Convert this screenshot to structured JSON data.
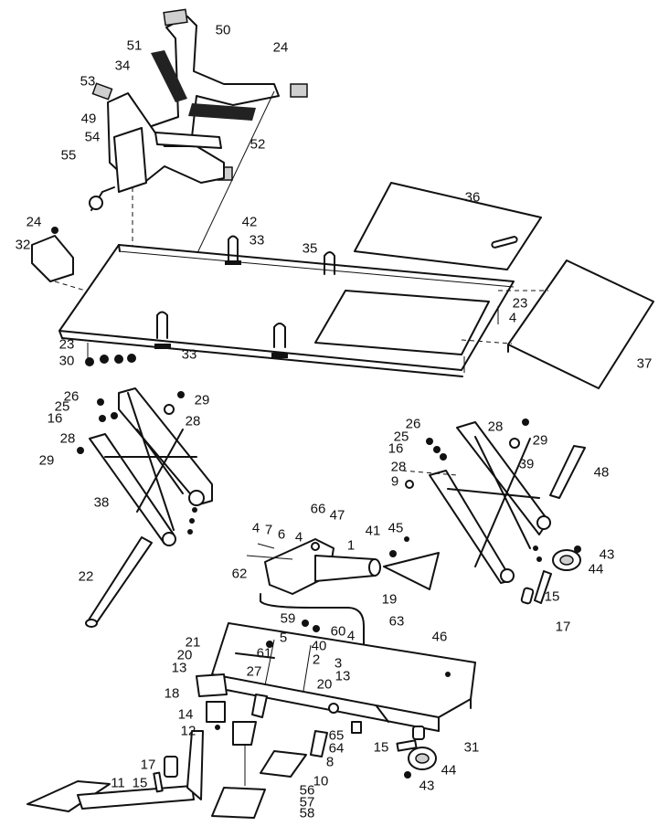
{
  "callouts": [
    {
      "id": "c1",
      "text": "1"
    },
    {
      "id": "c2",
      "text": "2"
    },
    {
      "id": "c3",
      "text": "3"
    },
    {
      "id": "c4a",
      "text": "4"
    },
    {
      "id": "c4b",
      "text": "4"
    },
    {
      "id": "c4c",
      "text": "4"
    },
    {
      "id": "c4d",
      "text": "4"
    },
    {
      "id": "c5",
      "text": "5"
    },
    {
      "id": "c6",
      "text": "6"
    },
    {
      "id": "c7",
      "text": "7"
    },
    {
      "id": "c8",
      "text": "8"
    },
    {
      "id": "c9",
      "text": "9"
    },
    {
      "id": "c10",
      "text": "10"
    },
    {
      "id": "c11",
      "text": "11"
    },
    {
      "id": "c12",
      "text": "12"
    },
    {
      "id": "c13a",
      "text": "13"
    },
    {
      "id": "c13b",
      "text": "13"
    },
    {
      "id": "c14",
      "text": "14"
    },
    {
      "id": "c15a",
      "text": "15"
    },
    {
      "id": "c15b",
      "text": "15"
    },
    {
      "id": "c15c",
      "text": "15"
    },
    {
      "id": "c16a",
      "text": "16"
    },
    {
      "id": "c16b",
      "text": "16"
    },
    {
      "id": "c17a",
      "text": "17"
    },
    {
      "id": "c17b",
      "text": "17"
    },
    {
      "id": "c18",
      "text": "18"
    },
    {
      "id": "c19",
      "text": "19"
    },
    {
      "id": "c20a",
      "text": "20"
    },
    {
      "id": "c20b",
      "text": "20"
    },
    {
      "id": "c21",
      "text": "21"
    },
    {
      "id": "c22",
      "text": "22"
    },
    {
      "id": "c23a",
      "text": "23"
    },
    {
      "id": "c23b",
      "text": "23"
    },
    {
      "id": "c24a",
      "text": "24"
    },
    {
      "id": "c24b",
      "text": "24"
    },
    {
      "id": "c25a",
      "text": "25"
    },
    {
      "id": "c25b",
      "text": "25"
    },
    {
      "id": "c26a",
      "text": "26"
    },
    {
      "id": "c26b",
      "text": "26"
    },
    {
      "id": "c27",
      "text": "27"
    },
    {
      "id": "c28a",
      "text": "28"
    },
    {
      "id": "c28b",
      "text": "28"
    },
    {
      "id": "c28c",
      "text": "28"
    },
    {
      "id": "c28d",
      "text": "28"
    },
    {
      "id": "c29a",
      "text": "29"
    },
    {
      "id": "c29b",
      "text": "29"
    },
    {
      "id": "c29c",
      "text": "29"
    },
    {
      "id": "c30",
      "text": "30"
    },
    {
      "id": "c31",
      "text": "31"
    },
    {
      "id": "c32",
      "text": "32"
    },
    {
      "id": "c33a",
      "text": "33"
    },
    {
      "id": "c33b",
      "text": "33"
    },
    {
      "id": "c34",
      "text": "34"
    },
    {
      "id": "c35",
      "text": "35"
    },
    {
      "id": "c36",
      "text": "36"
    },
    {
      "id": "c37",
      "text": "37"
    },
    {
      "id": "c38",
      "text": "38"
    },
    {
      "id": "c39",
      "text": "39"
    },
    {
      "id": "c40",
      "text": "40"
    },
    {
      "id": "c41",
      "text": "41"
    },
    {
      "id": "c42",
      "text": "42"
    },
    {
      "id": "c43a",
      "text": "43"
    },
    {
      "id": "c43b",
      "text": "43"
    },
    {
      "id": "c44a",
      "text": "44"
    },
    {
      "id": "c44b",
      "text": "44"
    },
    {
      "id": "c45",
      "text": "45"
    },
    {
      "id": "c46",
      "text": "46"
    },
    {
      "id": "c47",
      "text": "47"
    },
    {
      "id": "c48",
      "text": "48"
    },
    {
      "id": "c49",
      "text": "49"
    },
    {
      "id": "c50",
      "text": "50"
    },
    {
      "id": "c51",
      "text": "51"
    },
    {
      "id": "c52",
      "text": "52"
    },
    {
      "id": "c53",
      "text": "53"
    },
    {
      "id": "c54",
      "text": "54"
    },
    {
      "id": "c55",
      "text": "55"
    },
    {
      "id": "c56",
      "text": "56"
    },
    {
      "id": "c57",
      "text": "57"
    },
    {
      "id": "c58",
      "text": "58"
    },
    {
      "id": "c59",
      "text": "59"
    },
    {
      "id": "c60",
      "text": "60"
    },
    {
      "id": "c61",
      "text": "61"
    },
    {
      "id": "c62",
      "text": "62"
    },
    {
      "id": "c63",
      "text": "63"
    },
    {
      "id": "c64",
      "text": "64"
    },
    {
      "id": "c65",
      "text": "65"
    },
    {
      "id": "c66",
      "text": "66"
    }
  ]
}
